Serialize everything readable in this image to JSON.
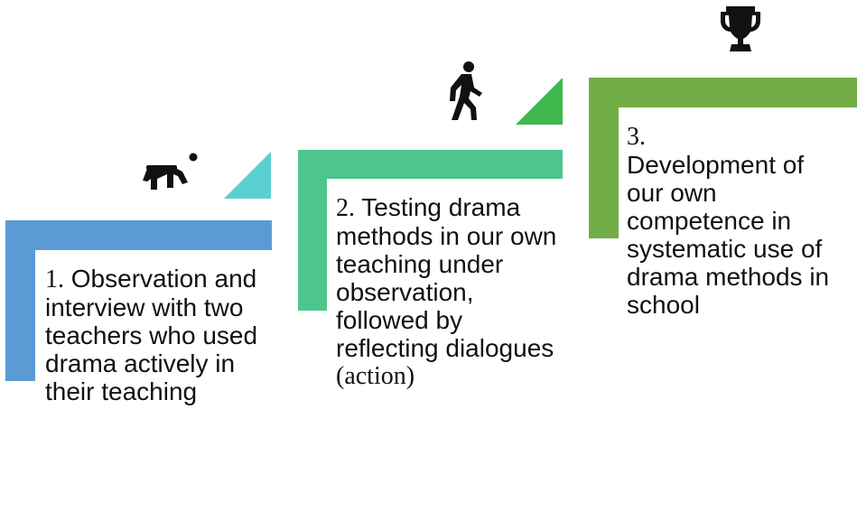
{
  "steps": [
    {
      "number": "1.",
      "text": "Observation and interview with two teachers who used drama actively in their teaching",
      "color": "#5B9BD5",
      "triangle_color": "#5BCFD0",
      "icon": "crouching-start-icon"
    },
    {
      "number": "2.",
      "text_main": "Testing drama methods in our own teaching under observation, followed by reflecting dialogues",
      "text_tail": "(action)",
      "color": "#4DC68C",
      "triangle_color": "#3EB84C",
      "icon": "walking-person-icon"
    },
    {
      "number": "3.",
      "text": "Development of our own competence in systematic use of drama methods in school",
      "color": "#70AD47",
      "icon": "trophy-icon"
    }
  ]
}
